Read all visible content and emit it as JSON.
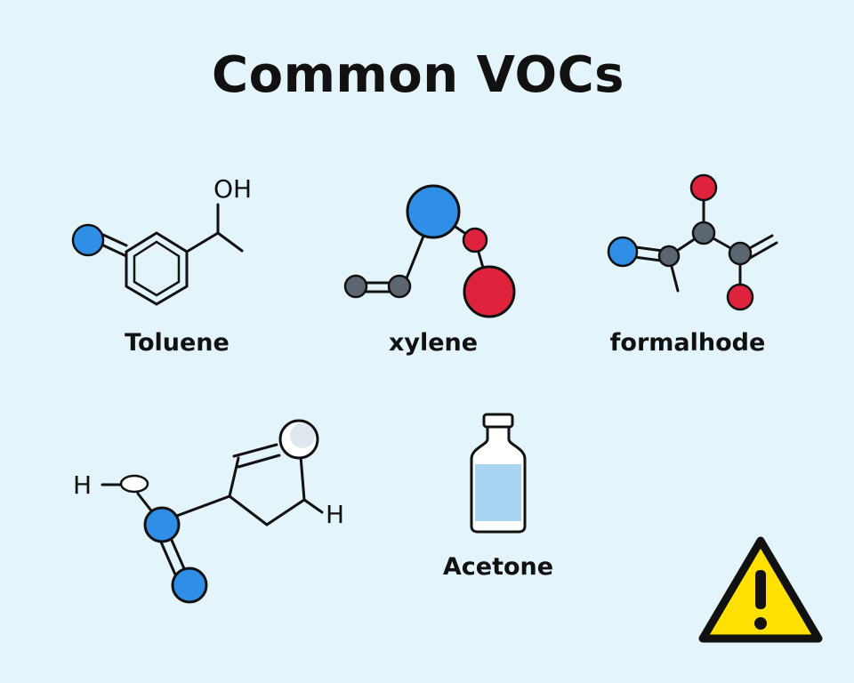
{
  "title": "Common VOCs",
  "molecules": [
    {
      "name": "Toluene",
      "atom_label": "OH"
    },
    {
      "name": "xylene"
    },
    {
      "name": "formalhode"
    },
    {
      "name": "",
      "atom_labels": [
        "H",
        "H"
      ]
    },
    {
      "name": "Acetone"
    }
  ],
  "colors": {
    "background": "#e3f4fa",
    "blue_atom": "#2f8ee6",
    "red_atom": "#e0233d",
    "grey_atom": "#5c6670",
    "warning": "#ffe000",
    "liquid": "#a9d4f2"
  },
  "icons": [
    "molecule-icon",
    "bottle-icon",
    "warning-icon"
  ]
}
